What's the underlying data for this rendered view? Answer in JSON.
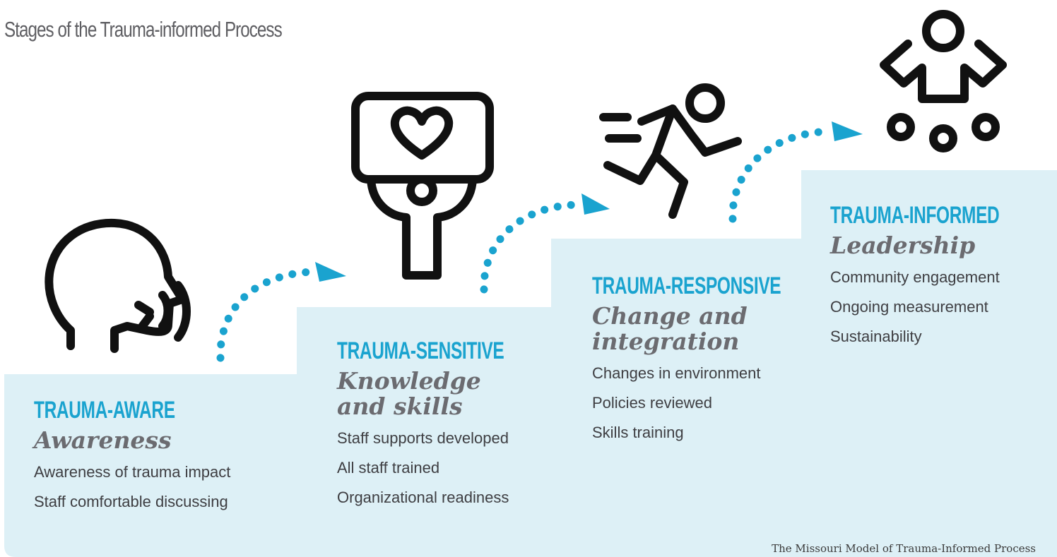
{
  "title": "Stages of the Trauma-informed Process",
  "stages": [
    {
      "name": "TRAUMA-AWARE",
      "subtitle": "Awareness",
      "icon": "speaking-head-icon",
      "items": [
        "Awareness of trauma impact",
        "Staff comfortable discussing"
      ]
    },
    {
      "name": "TRAUMA-SENSITIVE",
      "subtitle": "Knowledge and skills",
      "subtitle_lines": [
        "Knowledge",
        "and skills"
      ],
      "icon": "person-holding-heart-sign-icon",
      "items": [
        "Staff supports developed",
        "All staff trained",
        "Organizational readiness"
      ]
    },
    {
      "name": "TRAUMA-RESPONSIVE",
      "subtitle": "Change and integration",
      "subtitle_lines": [
        "Change and",
        "integration"
      ],
      "icon": "running-person-icon",
      "items": [
        "Changes in environment",
        "Policies reviewed",
        "Skills training"
      ]
    },
    {
      "name": "TRAUMA-INFORMED",
      "subtitle": "Leadership",
      "icon": "leader-with-group-icon",
      "items": [
        "Community engagement",
        "Ongoing measurement",
        "Sustainability"
      ]
    }
  ],
  "caption": "The Missouri Model of Trauma-Informed Process",
  "colors": {
    "accent": "#1aa3cf",
    "step_background": "#ddf0f6",
    "subtitle": "#6b6b70",
    "text": "#3e3e42",
    "title": "#5e5e62",
    "icon": "#111111"
  }
}
